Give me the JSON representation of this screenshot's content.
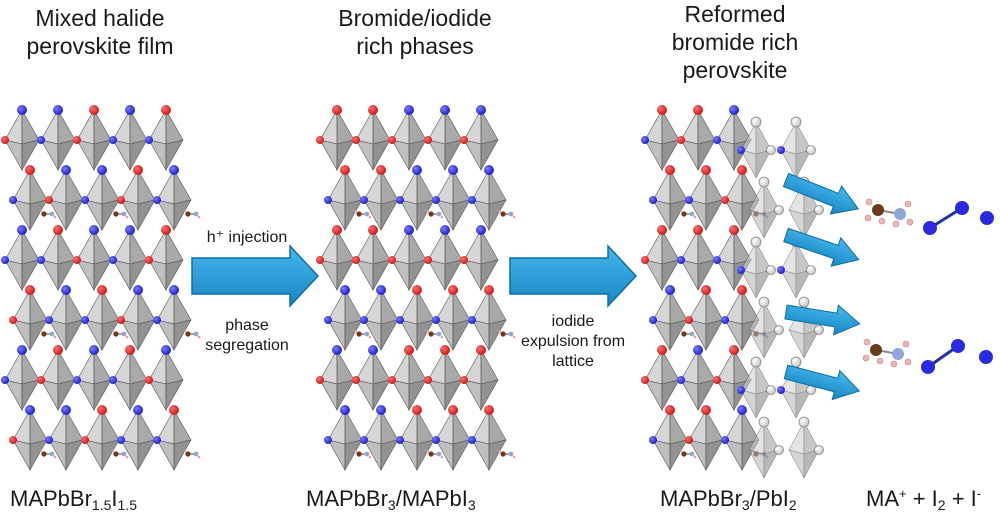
{
  "titles": {
    "film": [
      "Mixed halide",
      "perovskite film"
    ],
    "phases": [
      "Bromide/iodide",
      "rich phases"
    ],
    "reformed": [
      "Reformed",
      "bromide rich",
      "perovskite"
    ]
  },
  "steps": {
    "step1_top": "h⁺ injection",
    "step1_bottom": [
      "phase",
      "segregation"
    ],
    "step2": [
      "iodide",
      "expulsion from",
      "lattice"
    ]
  },
  "formulas": {
    "f1": {
      "base": "MAPbBr",
      "sub1": "1.5",
      "mid": "I",
      "sub2": "1.5"
    },
    "f2": {
      "a": "MAPbBr",
      "sub1": "3",
      "b": "/MAPbI",
      "sub2": "3"
    },
    "f3": {
      "a": "MAPbBr",
      "sub1": "3",
      "b": "/PbI",
      "sub2": "2"
    },
    "f4": {
      "a": "MA",
      "sup1": "+",
      "b": " + I",
      "sub1": "2",
      "c": " + I",
      "sup2": "-"
    }
  },
  "colors": {
    "arrow_fill": "#1a9bd7",
    "arrow_dark": "#0d6fa3",
    "octahedron": "#a8a8a8",
    "bromide_atom": "#2222cc",
    "iodide_atom": "#cc1a1a",
    "vacancy_atom": "#ffffff",
    "carbon_atom": "#6b3a1a",
    "nitrogen_atom": "#8fa8d8"
  },
  "icons": {
    "big_arrow": "right-arrow-icon",
    "small_arrow": "expulsion-arrow-icon",
    "molecule": "methylammonium-icon",
    "iodine": "iodine-molecule-icon",
    "iodide": "iodide-ion-icon"
  }
}
